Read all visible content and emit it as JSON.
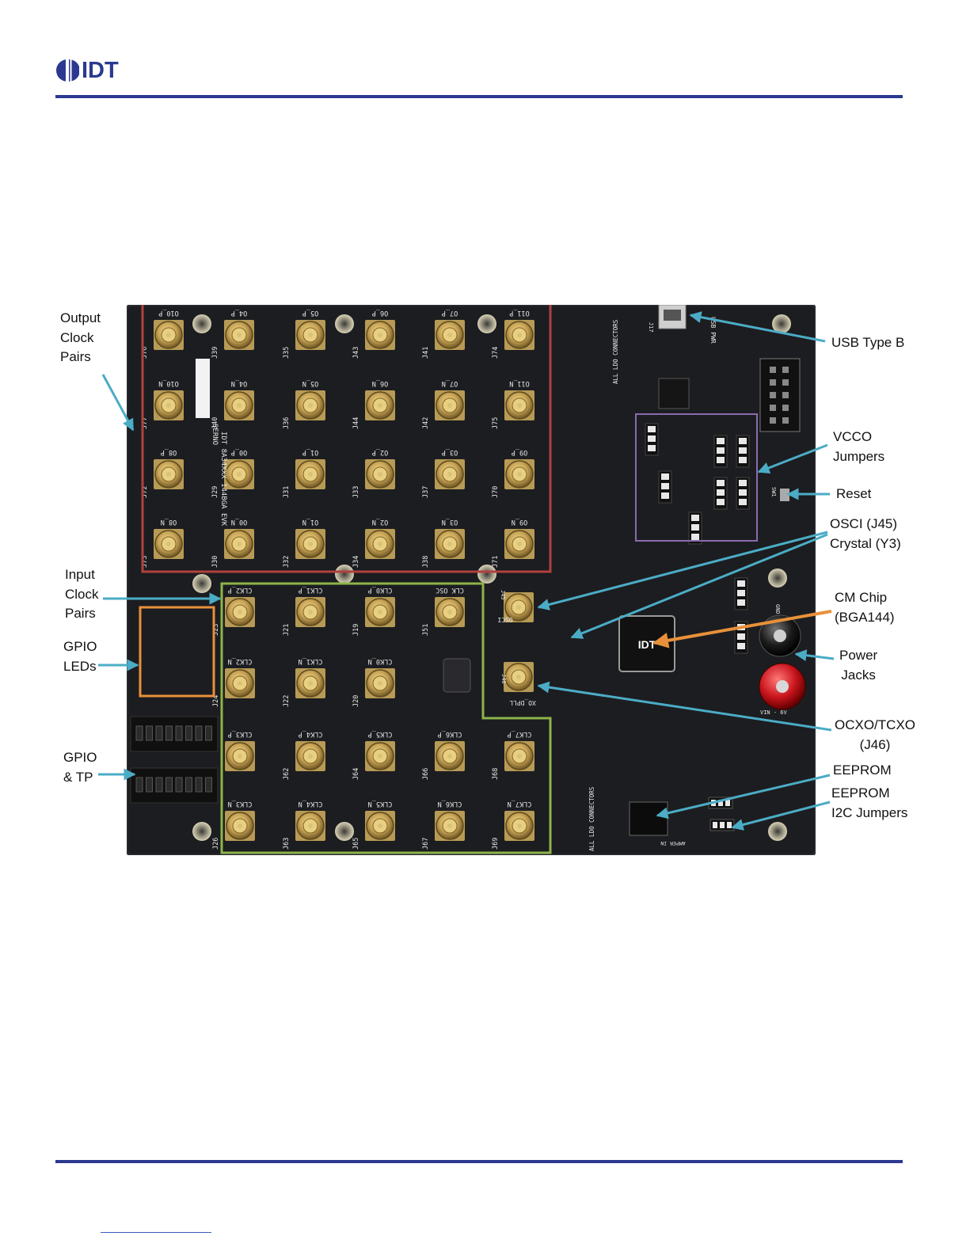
{
  "header": {
    "logo_text": "IDT",
    "rule_color": "#2b3990"
  },
  "board": {
    "silk_serno": "SERNO",
    "silk_title": "IDT 8A34XXX 144BGA EVK",
    "chip_logo": "IDT",
    "connectors_label_top": "ALL LDO CONNECTORS",
    "connectors_label_bottom": "ALL LDO CONNECTORS",
    "output_top_row": [
      "O10_P",
      "O4_P",
      "O5_P",
      "O6_P",
      "O7_P",
      "O11_P"
    ],
    "output_top_refs": [
      "J76",
      "J39",
      "J35",
      "J43",
      "J41",
      "J74"
    ],
    "output_row2": [
      "O10_N",
      "O4_N",
      "O5_N",
      "O6_N",
      "O7_N",
      "O11_N"
    ],
    "output_row2_refs": [
      "J77",
      "J40",
      "J36",
      "J44",
      "J42",
      "J75"
    ],
    "output_row3": [
      "O8_P",
      "O0_P",
      "O1_P",
      "O2_P",
      "O3_P",
      "O9_P"
    ],
    "output_row3_refs": [
      "J72",
      "J29",
      "J31",
      "J33",
      "J37",
      "J70"
    ],
    "output_row4": [
      "O8_N",
      "O0_N",
      "O1_N",
      "O2_N",
      "O3_N",
      "O9_N"
    ],
    "output_row4_refs": [
      "J73",
      "J30",
      "J32",
      "J34",
      "J38",
      "J71"
    ],
    "input_row1": [
      "CLK2_P",
      "CLK1_P",
      "CLK0_P",
      "CLK OSC"
    ],
    "input_row1_refs": [
      "J23",
      "J21",
      "J19",
      "J51"
    ],
    "input_row2": [
      "CLK2_N",
      "CLK1_N",
      "CLK0_N"
    ],
    "input_row2_refs": [
      "J24",
      "J22",
      "J20"
    ],
    "input_row3": [
      "CLK3_P",
      "CLK4_P",
      "CLK5_P",
      "CLK6_P",
      "CLK7_P"
    ],
    "input_row3_refs": [
      "J25",
      "J62",
      "J64",
      "J66",
      "J68"
    ],
    "input_row4": [
      "CLK3_N",
      "CLK4_N",
      "CLK5_N",
      "CLK6_N",
      "CLK7_N"
    ],
    "input_row4_refs": [
      "J26",
      "J63",
      "J65",
      "J67",
      "J69"
    ],
    "osci_label": "OSCI",
    "osci_ref": "J45",
    "xo_label": "XO_DPLL",
    "xo_ref": "J46",
    "usb_label": "USB PWR",
    "usb_ref": "J17",
    "reset_ref": "SW1",
    "gnd_label": "GND",
    "vin_label": "VIN - 6V",
    "amper_label": "AMPER IN"
  },
  "annotations": {
    "output_clock_pairs": "Output\nClock\nPairs",
    "input_clock_pairs": "Input\nClock\nPairs",
    "gpio_leds": "GPIO\nLEDs",
    "gpio_tp": "GPIO\n& TP",
    "usb_type_b": "USB Type B",
    "vcco_jumpers": "VCCO\nJumpers",
    "reset": "Reset",
    "osci": "OSCI (J45)\nCrystal (Y3)",
    "cm_chip": "CM Chip\n(BGA144)",
    "power_jacks": "Power\nJacks",
    "ocxo_tcxo": "OCXO/TCXO\n(J46)",
    "eeprom": "EEPROM",
    "eeprom_i2c": "EEPROM\nI2C Jumpers"
  },
  "colors": {
    "pcb": "#1c1d20",
    "output_box": "#b0413e",
    "input_box": "#8db44a",
    "gpio_box": "#e8913a",
    "vcco_box": "#8a6bb0",
    "callout_arrow": "#4bacc6",
    "chip_arrow": "#e8913a",
    "sma_gold": "#c9a557"
  }
}
